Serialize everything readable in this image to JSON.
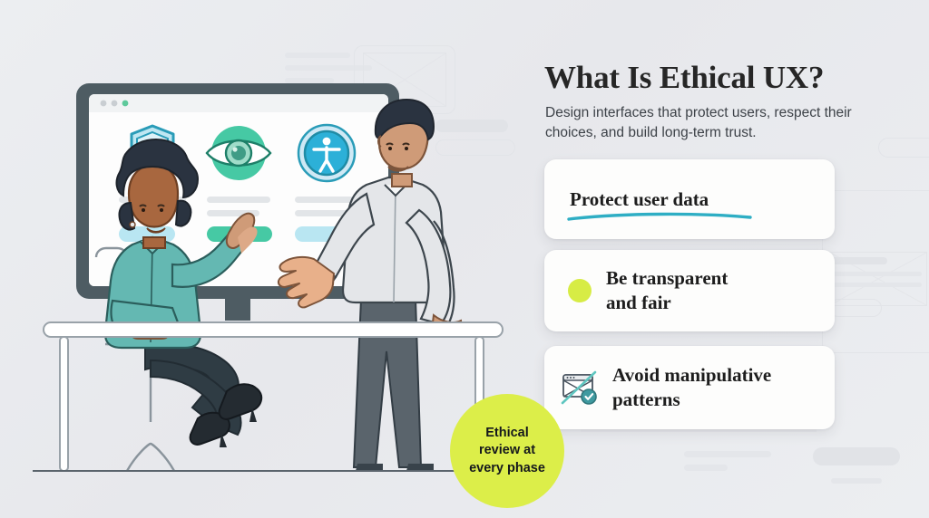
{
  "header": {
    "title": "What Is Ethical UX?",
    "subtitle": "Design interfaces that protect users, respect their choices, and build long-term trust."
  },
  "cards": [
    {
      "label": "Protect user data",
      "marker": "teal-underline"
    },
    {
      "label": "Be transparent and fair",
      "line1": "Be transparent",
      "line2": "and fair",
      "marker": "lime-dot"
    },
    {
      "label": "Avoid manipulative patterns",
      "line1": "Avoid manipulative",
      "line2": "patterns",
      "marker": "blocked-window-icon"
    }
  ],
  "badge": {
    "line1": "Ethical",
    "line2": "review at",
    "line3": "every phase"
  },
  "illustration": {
    "screen_icons": [
      "shield-check-icon",
      "eye-icon",
      "accessibility-icon"
    ],
    "browser_dots": [
      "dot-grey",
      "dot-grey",
      "dot-green"
    ]
  },
  "colors": {
    "background": "#e9eaee",
    "accent_teal": "#2eaec4",
    "accent_green": "#3ec4a2",
    "accent_lime": "#dcee49",
    "ink": "#1d1d1d",
    "monitor_frame": "#4e5c63",
    "shirt_teal": "#5ab6b0",
    "trouser_dark": "#2f3c44"
  }
}
